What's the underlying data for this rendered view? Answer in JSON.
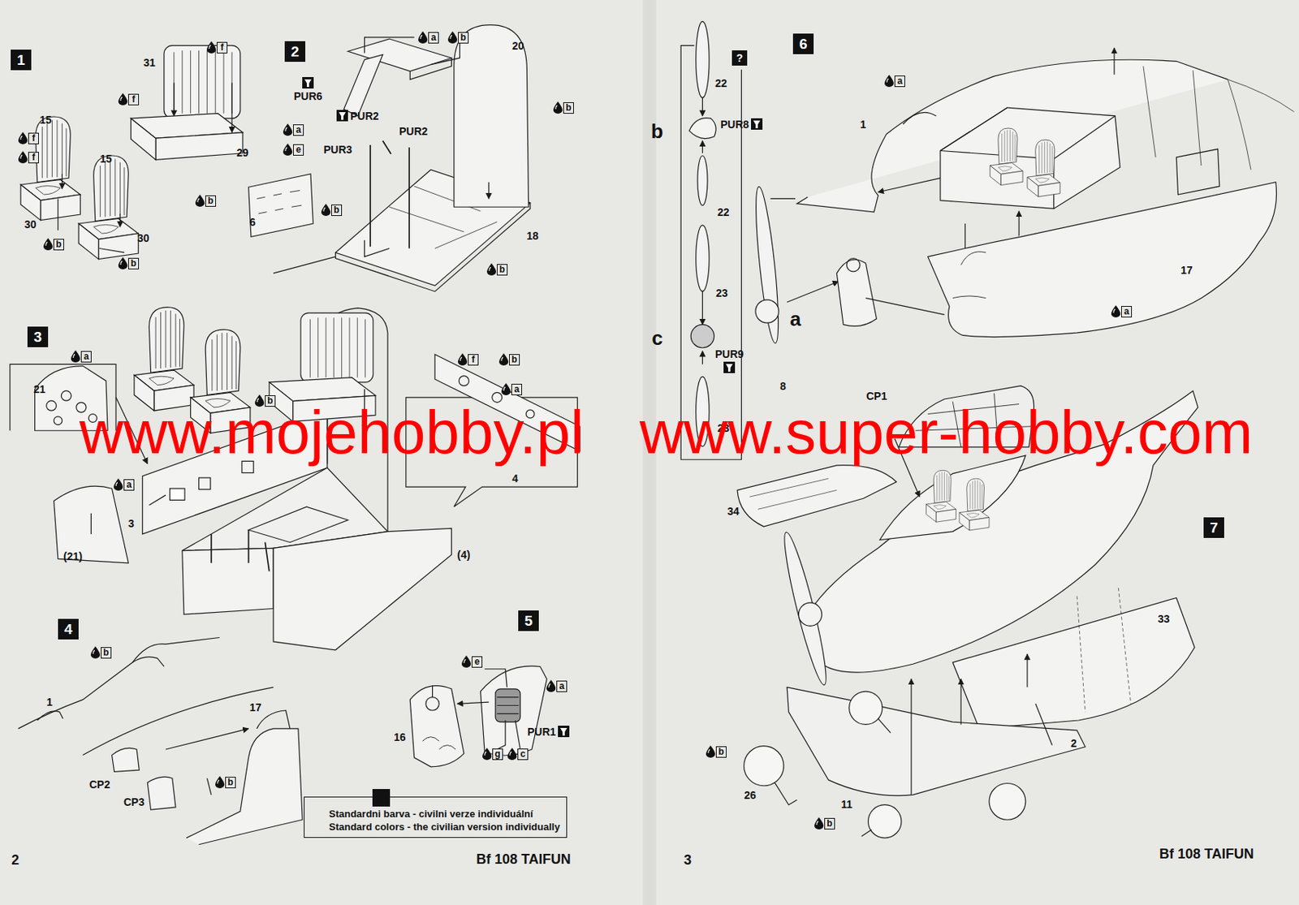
{
  "diagram": {
    "nodes": [
      {
        "text": [
          "1"
        ]
      },
      {
        "text": [
          "2"
        ]
      },
      {
        "text": [
          "3"
        ]
      },
      {
        "text": [
          "4"
        ]
      },
      {
        "text": [
          "5"
        ]
      },
      {
        "text": [
          "Standardni barva - civilni verze individuální",
          "Standard colors - the civilian version individually"
        ]
      },
      {
        "text": [
          "?"
        ],
        "in": 5
      },
      {
        "text": [
          "6"
        ]
      },
      {
        "text": [
          "?"
        ]
      },
      {
        "text": [
          "7"
        ]
      }
    ],
    "labels": [
      "31",
      "f",
      "f",
      "15",
      "f",
      "f",
      "15",
      "29",
      "b",
      "30",
      "30",
      "b",
      "b",
      "a",
      "b",
      "20",
      "b",
      "PUR6",
      "PUR2",
      "PUR2",
      "a",
      "e",
      "PUR3",
      "b",
      "6",
      "18",
      "b",
      "a",
      "21",
      "b",
      "f",
      "b",
      "a",
      "a",
      "4",
      "3",
      "(4)",
      "(21)",
      "b",
      "e",
      "a",
      "1",
      "17",
      "PUR1",
      "16",
      "g",
      "c",
      "b",
      "CP2",
      "CP3",
      "b",
      "2",
      "Bf 108 TAIFUN",
      "22",
      "a",
      "PUR8",
      "1",
      "b",
      "22",
      "17",
      "23",
      "a",
      "a",
      "c",
      "PUR9",
      "8",
      "23",
      "www.mojehobby.pl",
      "www.super-hobby.com",
      "CP1",
      "34",
      "33",
      "2",
      "b",
      "26",
      "11",
      "b",
      "3",
      "Bf 108 TAIFUN"
    ]
  }
}
